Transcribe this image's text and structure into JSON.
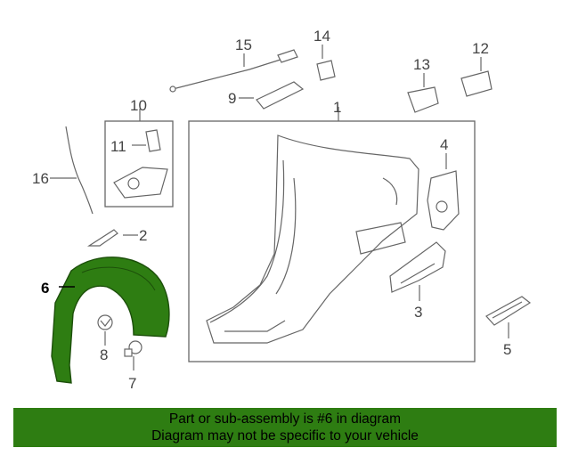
{
  "callouts": [
    {
      "id": "1",
      "text": "1"
    },
    {
      "id": "2",
      "text": "2"
    },
    {
      "id": "3",
      "text": "3"
    },
    {
      "id": "4",
      "text": "4"
    },
    {
      "id": "5",
      "text": "5"
    },
    {
      "id": "6",
      "text": "6"
    },
    {
      "id": "7",
      "text": "7"
    },
    {
      "id": "8",
      "text": "8"
    },
    {
      "id": "9",
      "text": "9"
    },
    {
      "id": "10",
      "text": "10"
    },
    {
      "id": "11",
      "text": "11"
    },
    {
      "id": "12",
      "text": "12"
    },
    {
      "id": "13",
      "text": "13"
    },
    {
      "id": "14",
      "text": "14"
    },
    {
      "id": "15",
      "text": "15"
    },
    {
      "id": "16",
      "text": "16"
    }
  ],
  "highlight_part": "6",
  "colors": {
    "highlight": "#2e7d12",
    "banner": "#2e7d12",
    "line": "#666666"
  },
  "banner": {
    "line1": "Part or sub-assembly is #6 in diagram",
    "line2": "Diagram may not be specific to your vehicle"
  }
}
